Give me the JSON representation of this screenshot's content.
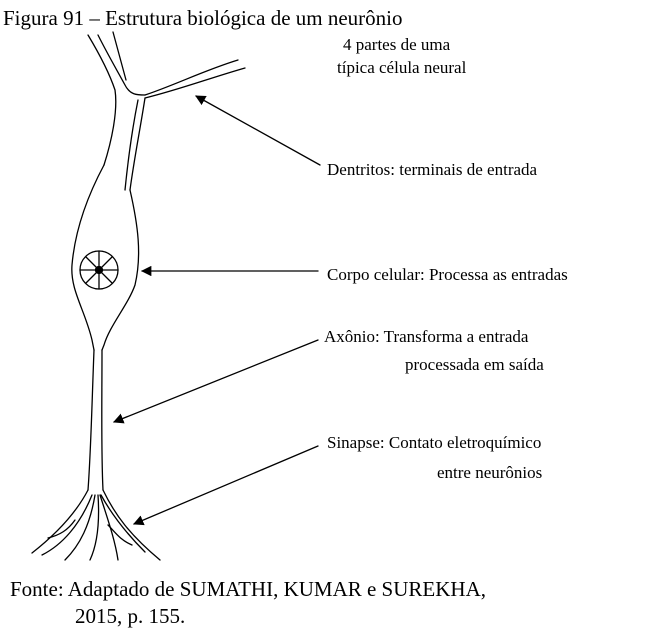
{
  "figure": {
    "title": "Figura 91 – Estrutura biológica de um neurônio",
    "subtitle_line1": "4 partes de uma",
    "subtitle_line2": "típica célula neural"
  },
  "labels": {
    "dendrites": "Dentritos: terminais de entrada",
    "cell_body": "Corpo celular: Processa as entradas",
    "axon_line1": "Axônio: Transforma a entrada",
    "axon_line2": "processada em saída",
    "synapse_line1": "Sinapse: Contato eletroquímico",
    "synapse_line2": "entre neurônios"
  },
  "source": {
    "line1": "Fonte: Adaptado de SUMATHI, KUMAR e SUREKHA,",
    "line2": "2015, p. 155."
  }
}
